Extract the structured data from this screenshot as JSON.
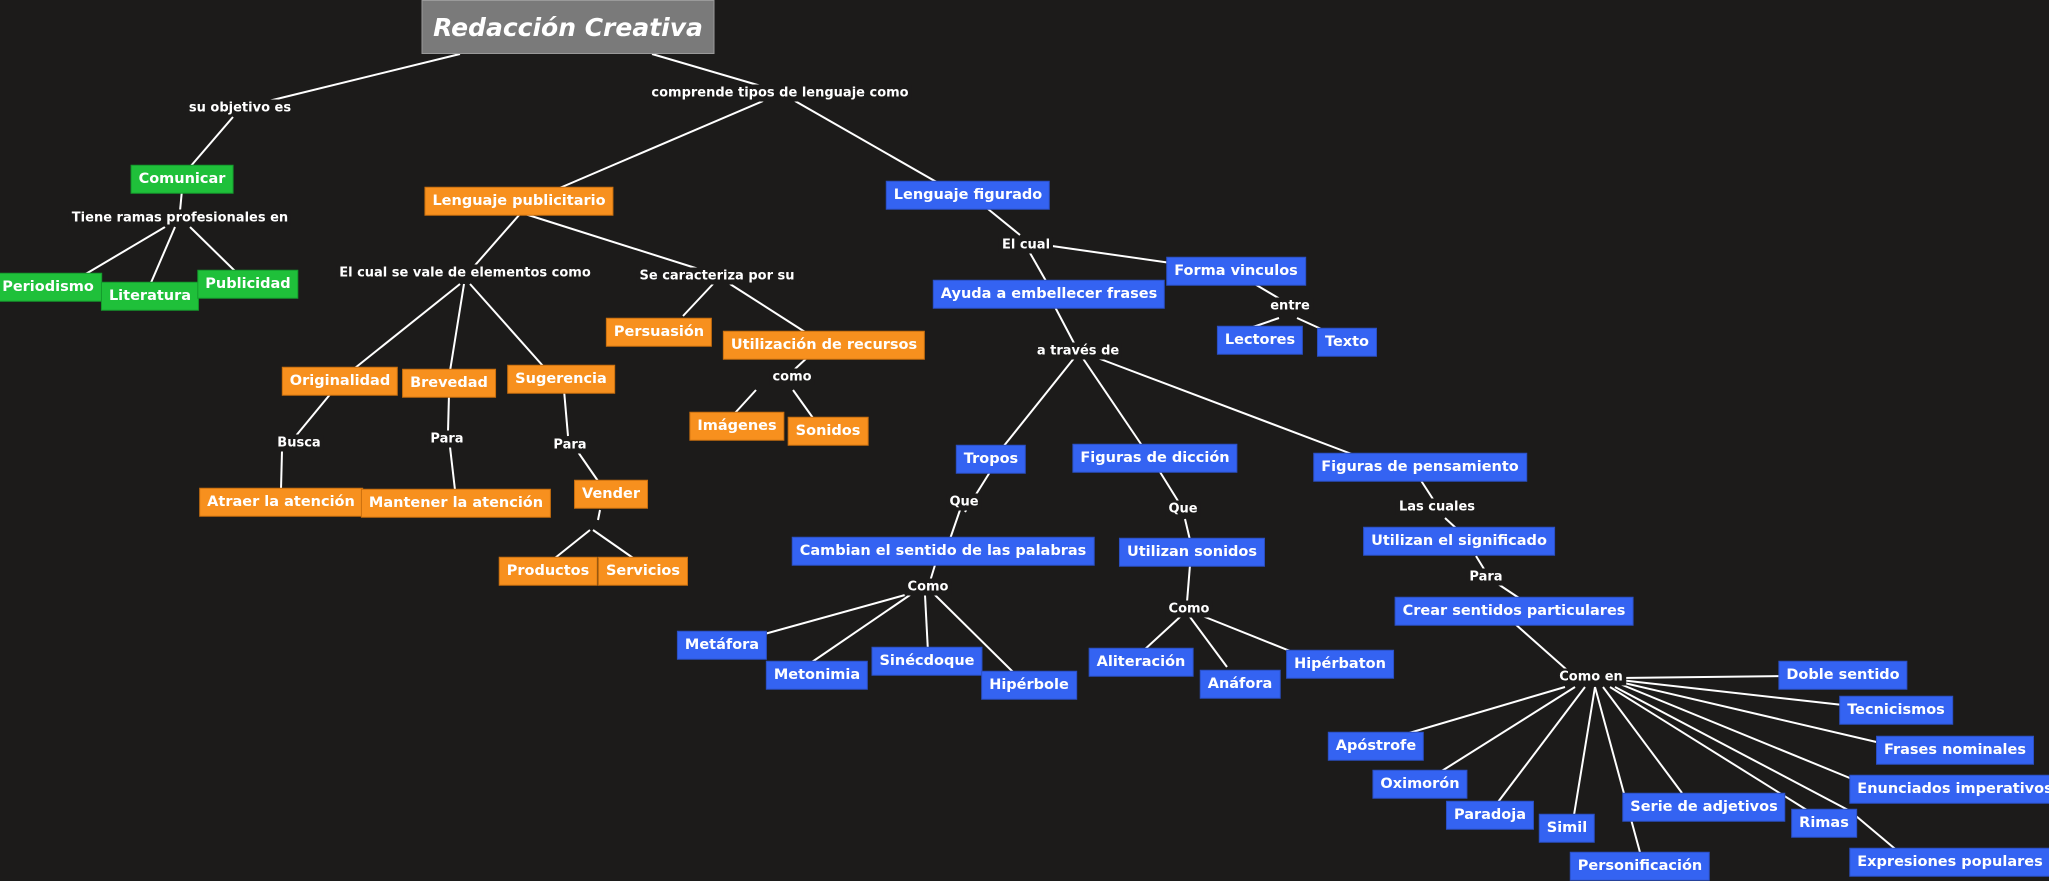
{
  "title": "Redacción Creativa",
  "links": {
    "su_objetivo_es": "su objetivo es",
    "comprende": "comprende tipos de lenguaje como",
    "tiene_ramas": "Tiene ramas profesionales en",
    "el_cual_se_vale": "El cual se vale de elementos como",
    "se_caracteriza": "Se caracteriza por su",
    "busca": "Busca",
    "para_brevedad": "Para",
    "para_sugerencia": "Para",
    "como_recursos": "como",
    "el_cual": "El cual",
    "entre": "entre",
    "a_traves_de": "a través de",
    "que_tropos": "Que",
    "que_diccion": "Que",
    "las_cuales": "Las cuales",
    "para_significado": "Para",
    "como_tropos": "Como",
    "como_sonidos": "Como",
    "como_en": "Como en"
  },
  "nodes": {
    "comunicar": "Comunicar",
    "periodismo": "Periodismo",
    "literatura": "Literatura",
    "publicidad": "Publicidad",
    "lenguaje_publicitario": "Lenguaje publicitario",
    "originalidad": "Originalidad",
    "brevedad": "Brevedad",
    "sugerencia": "Sugerencia",
    "atraer": "Atraer la atención",
    "mantener": "Mantener la atención",
    "vender": "Vender",
    "productos": "Productos",
    "servicios": "Servicios",
    "persuasion": "Persuasión",
    "utilizacion_recursos": "Utilización de recursos",
    "imagenes": "Imágenes",
    "sonidos": "Sonidos",
    "lenguaje_figurado": "Lenguaje figurado",
    "ayuda_embellecer": "Ayuda a embellecer frases",
    "forma_vinculos": "Forma vinculos",
    "lectores": "Lectores",
    "texto": "Texto",
    "tropos": "Tropos",
    "figuras_diccion": "Figuras de dicción",
    "figuras_pensamiento": "Figuras de pensamiento",
    "cambian_sentido": "Cambian el sentido de las palabras",
    "metafora": "Metáfora",
    "metonimia": "Metonimia",
    "sinecdoque": "Sinécdoque",
    "hiperbole": "Hipérbole",
    "utilizan_sonidos": "Utilizan sonidos",
    "aliteracion": "Aliteración",
    "anafora": "Anáfora",
    "hiperbaton": "Hipérbaton",
    "utilizan_significado": "Utilizan el significado",
    "crear_sentidos": "Crear sentidos particulares",
    "doble_sentido": "Doble sentido",
    "tecnicismos": "Tecnicismos",
    "frases_nominales": "Frases nominales",
    "enunciados_imperativos": "Enunciados imperativos",
    "apostrofe": "Apóstrofe",
    "oximoron": "Oximorón",
    "paradoja": "Paradoja",
    "simil": "Simil",
    "personificacion": "Personificación",
    "serie_adjetivos": "Serie de adjetivos",
    "rimas": "Rimas",
    "expresiones_populares": "Expresiones populares"
  },
  "colors": {
    "background": "#1c1b1a",
    "title": "#7a7a7a",
    "green": "#1fc03a",
    "orange": "#f7901e",
    "blue": "#3463f2",
    "line": "#ffffff"
  }
}
